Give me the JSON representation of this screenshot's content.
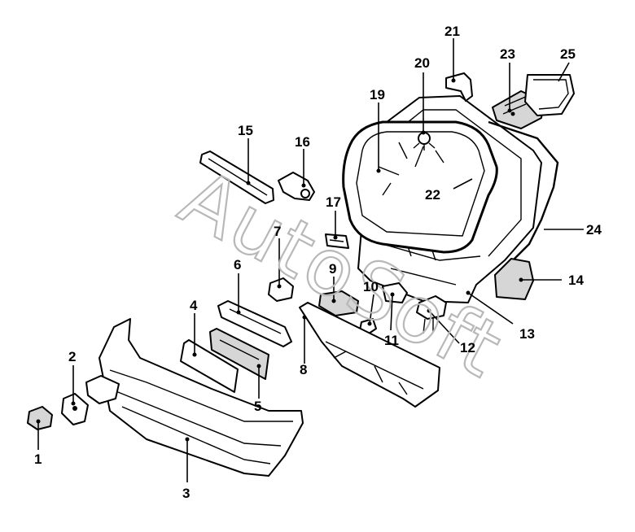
{
  "watermark": "AutoSoft",
  "callouts": [
    {
      "id": "c1",
      "label": "1"
    },
    {
      "id": "c2",
      "label": "2"
    },
    {
      "id": "c3",
      "label": "3"
    },
    {
      "id": "c4",
      "label": "4"
    },
    {
      "id": "c5",
      "label": "5"
    },
    {
      "id": "c6",
      "label": "6"
    },
    {
      "id": "c7",
      "label": "7"
    },
    {
      "id": "c8",
      "label": "8"
    },
    {
      "id": "c9",
      "label": "9"
    },
    {
      "id": "c10",
      "label": "10"
    },
    {
      "id": "c11",
      "label": "11"
    },
    {
      "id": "c12",
      "label": "12"
    },
    {
      "id": "c13",
      "label": "13"
    },
    {
      "id": "c14",
      "label": "14"
    },
    {
      "id": "c15",
      "label": "15"
    },
    {
      "id": "c16",
      "label": "16"
    },
    {
      "id": "c17",
      "label": "17"
    },
    {
      "id": "c19",
      "label": "19"
    },
    {
      "id": "c20",
      "label": "20"
    },
    {
      "id": "c21",
      "label": "21"
    },
    {
      "id": "c22",
      "label": "22"
    },
    {
      "id": "c23",
      "label": "23"
    },
    {
      "id": "c24",
      "label": "24"
    },
    {
      "id": "c25",
      "label": "25"
    }
  ]
}
